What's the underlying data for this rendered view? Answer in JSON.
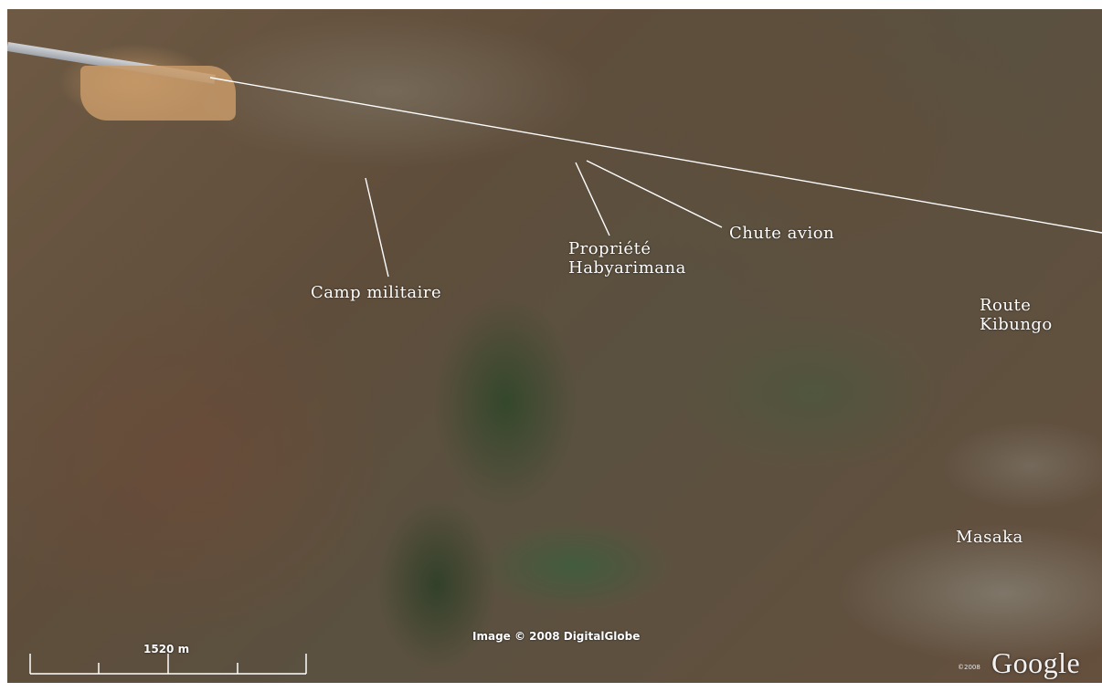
{
  "labels": {
    "camp": "Camp militaire",
    "prop_line1": "Propriété",
    "prop_line2": "Habyarimana",
    "chute": "Chute avion",
    "route_line1": "Route",
    "route_line2": "Kibungo",
    "masaka": "Masaka"
  },
  "attribution": {
    "copyright": "Image © 2008 DigitalGlobe",
    "logo": "Google",
    "logo_year": "©2008"
  },
  "scale": {
    "label": "1520 m"
  },
  "colors": {
    "annotation": "#ffffff",
    "terrain_base": "#6e5a44"
  }
}
